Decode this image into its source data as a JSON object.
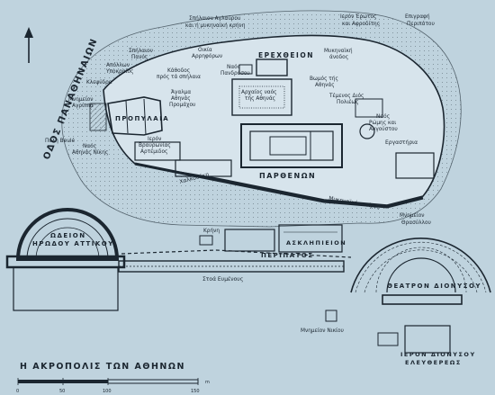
{
  "map": {
    "title": "Η ΑΚΡΟΠΟΛΙΣ ΤΩΝ ΑΘΗΝΩΝ",
    "scale_ticks": [
      "0",
      "50",
      "100",
      "150"
    ],
    "scale_unit": "m",
    "colors": {
      "background": "#bfd3de",
      "ink": "#1b2630",
      "rock": "#d7e4ec"
    },
    "icons": [
      "north-arrow-icon"
    ],
    "labels": {
      "odos_panathenaion": "ΟΔΟΣ ΠΑΝΑΘΗΝΑΙΩΝ",
      "spilaion_aglaurou": "Σπήλαιον Αγλαύρου",
      "mykinaiki_krini": "και ή μυκηναϊκή κρήνη",
      "hieron_erotos": "Ιερόν Έρωτος",
      "kai_afroditis": "και Αφροδίτης",
      "epigrafi": "Επιγραφή",
      "peripatou": "Περιπάτου",
      "spilaion_panos": "Σπήλαιον",
      "panos": "Πανός",
      "oikia_arriforon": "Οικία",
      "arriforon": "Αρρηφόρων",
      "erechtheion": "ΕΡΕΧΘΕΙΟΝ",
      "mykinaiki_anodos": "Μυκηναϊκή",
      "anodos": "άνοδος",
      "apollon_ypakraios": "Απόλλων",
      "ypakraios": "Υποκραίος",
      "klepsydra": "Κλεψύδρα",
      "kathodos": "Κάθοδος",
      "pros_spilaia": "πρός τά σπήλαια",
      "naos_pandrosou": "Ναός",
      "pandrosou": "Πανδρόσου",
      "archaios_naos": "Αρχαίος ναός",
      "tis_athinas": "τής Αθηνάς",
      "vomos_athinas": "Βωμός τής",
      "athinas": "Αθηνάς",
      "mnimeion_agrippa": "Μνημείον",
      "agrippa": "Αγρίππα",
      "propylaia": "ΠΡΟΠΥΛΑΙΑ",
      "agalma_athinas": "Άγαλμα",
      "athinas_promachou": "Αθηνάς",
      "promachou": "Προμάχου",
      "temenos_dios": "Τέμενος Διός",
      "polieos": "Πολιέως",
      "pyli_beule": "Πύλη Beulé",
      "naos_nikis": "Ναός",
      "athinas_nikis": "Αθηνάς Νίκης",
      "ieron_vravronias": "Ιερόν",
      "vravronias": "Βραυρωνίας",
      "artemidos": "Αρτέμιδος",
      "naos_romis": "Ναός",
      "romis_kai": "Ρώμης και",
      "avgoustou": "Αυγούστου",
      "ergastiria": "Εργαστήρια",
      "parthenon": "ΠΑΡΘΕΝΩΝ",
      "chalkothiki": "Χαλκοθήκη",
      "mykinaikon_teichos": "Μυκηναϊκόν τείχος",
      "mnimeion_thrasyllou": "Μνημείον",
      "thrasyllou": "Θρασύλλου",
      "odeion": "ΩΔΕΙΟΝ",
      "irodou_attikou": "ΗΡΩΔΟΥ ΑΤΤΙΚΟΥ",
      "krini": "Κρήνη",
      "asklipieion": "ΑΣΚΛΗΠΙΕΙΟΝ",
      "peripatos": "ΠΕΡΙΠΑΤΟΣ",
      "theatron": "ΘΕΑΤΡΟΝ ΔΙΟΝΥΣΟΥ",
      "stoa_evmenous": "Στοά Ευμένους",
      "mnimeion_nikiou": "Μνημείον Νικίου",
      "ieron_dionysou": "ΙΕΡΟΝ ΔΙΟΝΥΣΟΥ",
      "elefthereos": "ΕΛΕΥΘΕΡΕΩΣ"
    }
  }
}
